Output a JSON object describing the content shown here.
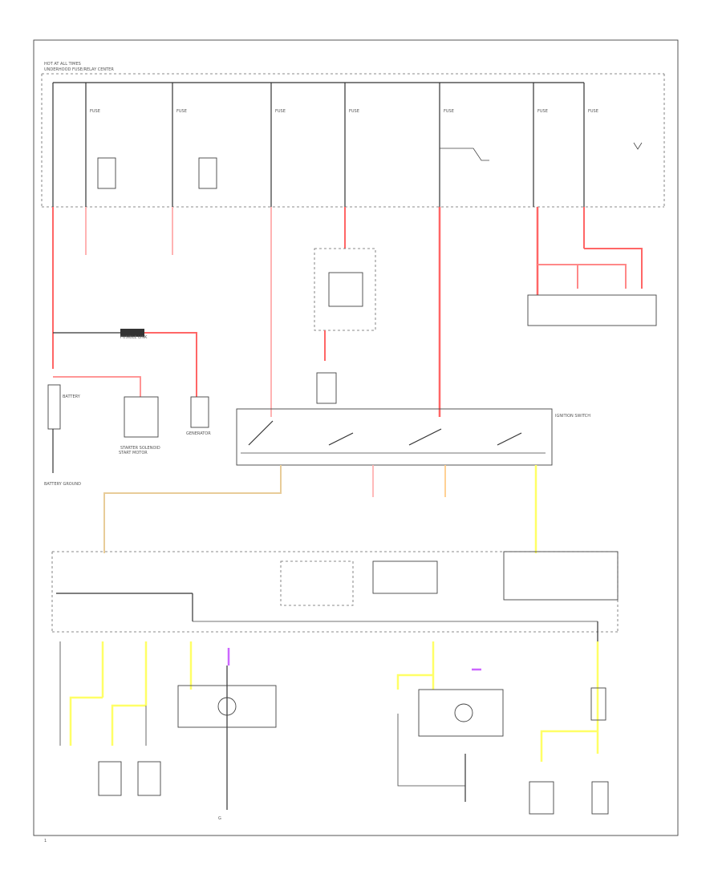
{
  "colors": {
    "red": "#ff6666",
    "pink": "#ffb3b3",
    "yellow": "#ffff66",
    "orange": "#ffcc88",
    "tan": "#e8cc99",
    "violet": "#cc66ff",
    "wire": "#333333",
    "box": "#999999"
  },
  "labels": {
    "top_header_1": "HOT AT ALL TIMES",
    "top_header_2": "UNDERHOOD FUSE/RELAY CENTER",
    "fuse1": "FUSE",
    "fuse2": "FUSE",
    "fuse3": "FUSE",
    "fuse4": "FUSE",
    "fuse5": "FUSE",
    "fuse6": "FUSE",
    "fuse7": "FUSE",
    "battery": "BATTERY",
    "battery_ground": "BATTERY GROUND",
    "starter": "STARTER SOLENOID",
    "start_motor": "START MOTOR",
    "generator": "GENERATOR",
    "ignition_switch": "IGNITION SWITCH",
    "fusible_link": "FUSIBLE LINK",
    "ground_g": "G",
    "page_mark": "1"
  }
}
